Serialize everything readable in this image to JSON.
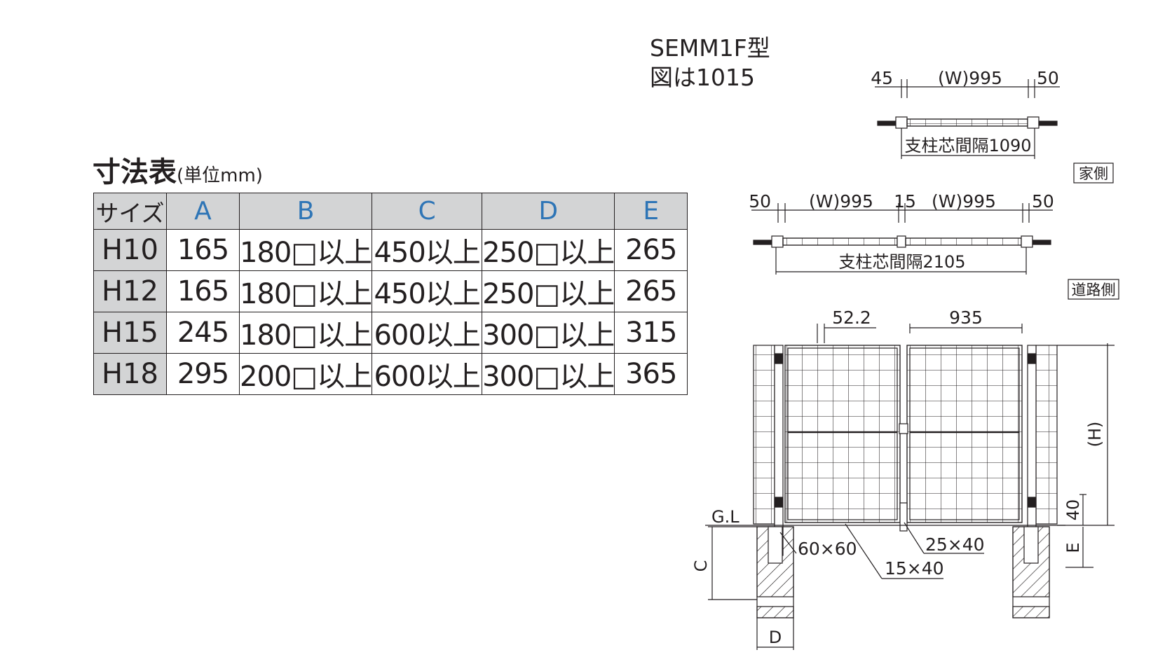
{
  "table": {
    "title": "寸法表",
    "unit": "(単位mm)",
    "headers": [
      "サイズ",
      "A",
      "B",
      "C",
      "D",
      "E"
    ],
    "rows": [
      [
        "H10",
        "165",
        "180□以上",
        "450以上",
        "250□以上",
        "265"
      ],
      [
        "H12",
        "165",
        "180□以上",
        "450以上",
        "250□以上",
        "265"
      ],
      [
        "H15",
        "245",
        "180□以上",
        "600以上",
        "300□以上",
        "315"
      ],
      [
        "H18",
        "295",
        "200□以上",
        "600以上",
        "300□以上",
        "365"
      ]
    ]
  },
  "model": {
    "name": "SEMM1F型",
    "note": "図は1015"
  },
  "plan_single": {
    "dim_left": "45",
    "dim_mid": "(W)995",
    "dim_right": "50",
    "pitch": "支柱芯間隔1090",
    "side_label": "家側"
  },
  "plan_double": {
    "dim_left": "50",
    "dim_mid1": "(W)995",
    "dim_center": "15",
    "dim_mid2": "(W)995",
    "dim_right": "50",
    "pitch": "支柱芯間隔2105",
    "side_label": "道路側"
  },
  "elevation": {
    "dim_top_small": "52.2",
    "dim_top_wide": "935",
    "height": "(H)",
    "dim_40": "40",
    "gl": "G.L",
    "post": "60×60",
    "frame_bottom": "15×40",
    "frame_side": "25×40",
    "label_c": "C",
    "label_d": "D",
    "label_e": "E"
  },
  "colors": {
    "header_fill": "#d3d4d5",
    "accent_blue": "#2e75b6",
    "line": "#231f20"
  }
}
